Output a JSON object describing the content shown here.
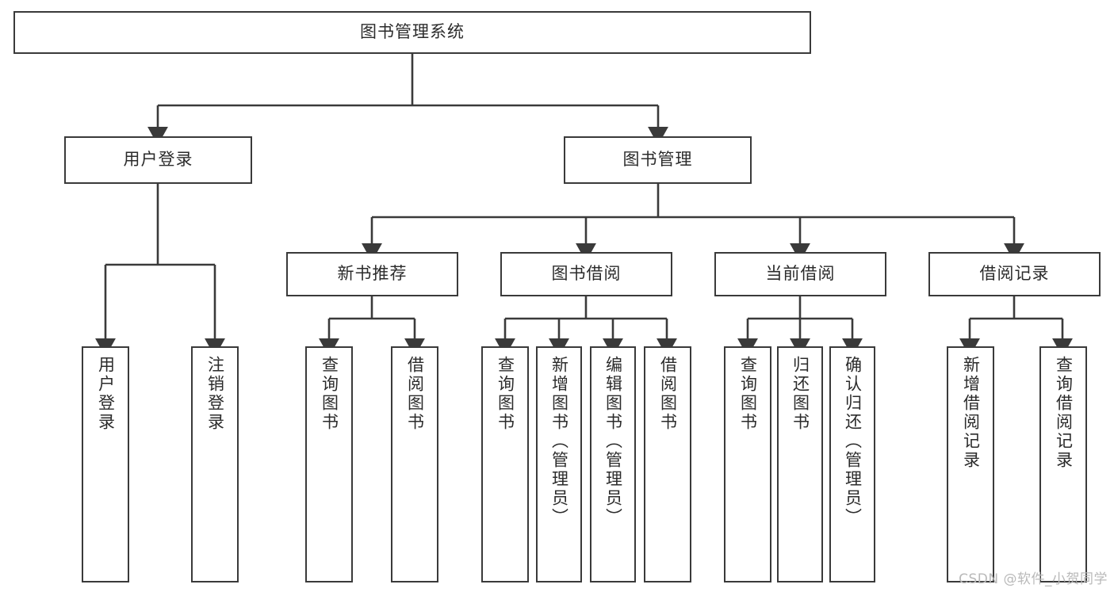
{
  "diagram": {
    "type": "tree",
    "title": "图书管理系统",
    "root": {
      "label": "图书管理系统"
    },
    "level2": [
      {
        "label": "用户登录"
      },
      {
        "label": "图书管理"
      }
    ],
    "level3": [
      {
        "label": "新书推荐"
      },
      {
        "label": "图书借阅"
      },
      {
        "label": "当前借阅"
      },
      {
        "label": "借阅记录"
      }
    ],
    "leaves": [
      {
        "label": "用户登录",
        "parent": "用户登录"
      },
      {
        "label": "注销登录",
        "parent": "用户登录"
      },
      {
        "label": "查询图书",
        "parent": "新书推荐"
      },
      {
        "label": "借阅图书",
        "parent": "新书推荐"
      },
      {
        "label": "查询图书",
        "parent": "图书借阅"
      },
      {
        "label": "新增图书（管理员）",
        "parent": "图书借阅"
      },
      {
        "label": "编辑图书（管理员）",
        "parent": "图书借阅"
      },
      {
        "label": "借阅图书",
        "parent": "图书借阅"
      },
      {
        "label": "查询图书",
        "parent": "当前借阅"
      },
      {
        "label": "归还图书",
        "parent": "当前借阅"
      },
      {
        "label": "确认归还（管理员）",
        "parent": "当前借阅"
      },
      {
        "label": "新增借阅记录",
        "parent": "借阅记录"
      },
      {
        "label": "查询借阅记录",
        "parent": "借阅记录"
      }
    ]
  },
  "watermark": {
    "text": "CSDN @软件_小贺同学"
  },
  "colors": {
    "stroke": "#3a3a3a",
    "box_fill": "#ffffff",
    "text": "#2b2b2b",
    "watermark": "#b9b9b9",
    "background": "#ffffff"
  }
}
